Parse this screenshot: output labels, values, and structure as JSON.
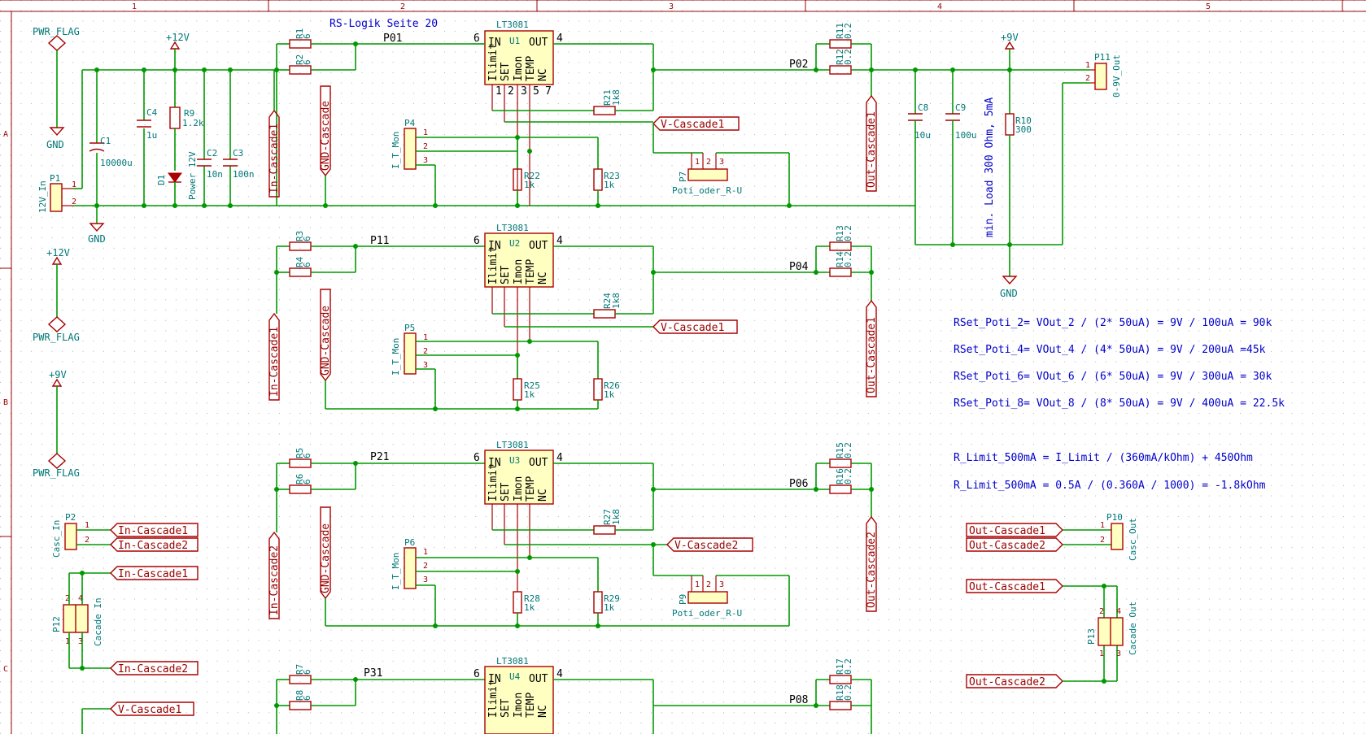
{
  "sheet": {
    "title_note": "RS-Logik Seite 20",
    "border_cols": [
      "1",
      "2",
      "3",
      "4",
      "5"
    ],
    "border_rows": [
      "A",
      "B",
      "C"
    ]
  },
  "power": {
    "pwr_flag": "PWR_FLAG",
    "gnd": "GND",
    "v12": "+12V",
    "v9": "+9V"
  },
  "input": {
    "p1": "P1",
    "p1_val": "12V_In",
    "c1": "C1",
    "c1_val": "10000u",
    "c4": "C4",
    "c4_val": "1u",
    "r9": "R9",
    "r9_val": "1.2k",
    "d1": "D1",
    "d1_val": "Power 12V",
    "c2": "C2",
    "c2_val": "10n",
    "c3": "C3",
    "c3_val": "100n"
  },
  "stages": [
    {
      "id": "U1",
      "chip": "LT3081",
      "net_in": "P01",
      "net_out": "P02",
      "rA": "R1",
      "rB": "R2",
      "rC": "R11",
      "rD": "R12",
      "rv_mon": "R21",
      "rv_mon_val": "1k8",
      "r_a": "R22",
      "r_b": "R23",
      "mon": "P4",
      "in_cascade": "In-Cascade1",
      "out_cascade": "Out-Cascade1",
      "v_cascade": "V-Cascade1",
      "poti": "P7"
    },
    {
      "id": "U2",
      "chip": "LT3081",
      "net_in": "P11",
      "net_out": "P04",
      "rA": "R3",
      "rB": "R4",
      "rC": "R13",
      "rD": "R14",
      "rv_mon": "R24",
      "rv_mon_val": "1k8",
      "r_a": "R25",
      "r_b": "R26",
      "mon": "P5",
      "in_cascade": "In-Cascade1",
      "out_cascade": "Out-Cascade1",
      "v_cascade": "V-Cascade1",
      "poti": ""
    },
    {
      "id": "U3",
      "chip": "LT3081",
      "net_in": "P21",
      "net_out": "P06",
      "rA": "R5",
      "rB": "R6",
      "rC": "R15",
      "rD": "R16",
      "rv_mon": "R27",
      "rv_mon_val": "1k8",
      "r_a": "R28",
      "r_b": "R29",
      "mon": "P6",
      "in_cascade": "In-Cascade2",
      "out_cascade": "Out-Cascade2",
      "v_cascade": "V-Cascade2",
      "poti": "P9"
    },
    {
      "id": "U4",
      "chip": "LT3081",
      "net_in": "P31",
      "net_out": "P08",
      "rA": "R7",
      "rB": "R8",
      "rC": "R17",
      "rD": "R18",
      "rv_mon": "",
      "rv_mon_val": "",
      "r_a": "",
      "r_b": "",
      "mon": "",
      "in_cascade": "",
      "out_cascade": "",
      "v_cascade": "",
      "poti": ""
    }
  ],
  "ic_pins": {
    "in": "IN",
    "out": "OUT",
    "ilimit": "Ilimit",
    "set": "SET",
    "imon": "Imon",
    "temp": "TEMP",
    "nc": "NC"
  },
  "common": {
    "r_in_val": "6",
    "r_out_val": "0.2",
    "r_1k": "1k",
    "gnd_cascade": "GND-Cascade",
    "mon_val": "I_T_Mon",
    "poti_val": "Poti_oder_R-U"
  },
  "output": {
    "c8": "C8",
    "c8_val": "10u",
    "c9": "C9",
    "c9_val": "100u",
    "r10": "R10",
    "r10_val": "300",
    "p11": "P11",
    "p11_val": "0-9V_Out",
    "load_note": "min. Load 300 Ohm, 5mA"
  },
  "notes": [
    "RSet_Poti_2= VOut_2 / (2* 50uA) = 9V / 100uA = 90k",
    "RSet_Poti_4= VOut_4 / (4* 50uA) = 9V / 200uA =45k",
    "RSet_Poti_6= VOut_6 / (6* 50uA) = 9V / 300uA = 30k",
    "RSet_Poti_8= VOut_8 / (8* 50uA) = 9V / 400uA = 22.5k",
    "R_Limit_500mA = I_Limit / (360mA/kOhm) + 450Ohm",
    "R_Limit_500mA = 0.5A / (0.360A / 1000) = -1.8kOhm"
  ],
  "cascade_conn": {
    "p2": "P2",
    "p2_val": "Casc_In",
    "p12": "P12",
    "p12_val": "Cacade In",
    "p10": "P10",
    "p10_val": "Casc_Out",
    "p13": "P13",
    "p13_val": "Cacade Out",
    "in1": "In-Cascade1",
    "in2": "In-Cascade2",
    "out1": "Out-Cascade1",
    "out2": "Out-Cascade2",
    "v1": "V-Cascade1"
  }
}
